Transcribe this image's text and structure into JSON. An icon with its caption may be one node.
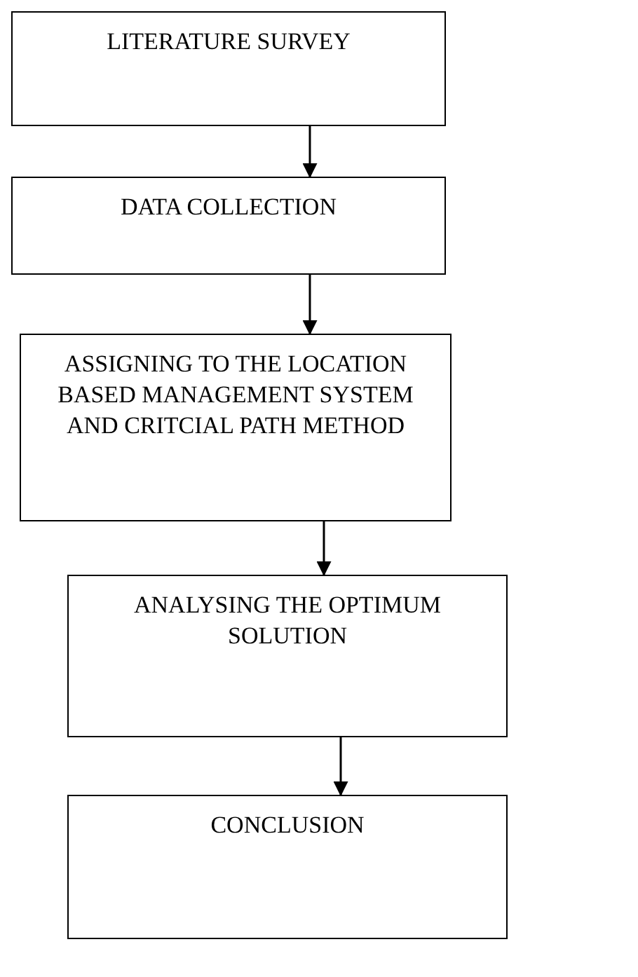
{
  "diagram": {
    "nodes": [
      {
        "text": [
          "LITERATURE SURVEY"
        ]
      },
      {
        "text": [
          "DATA COLLECTION"
        ]
      },
      {
        "text": [
          "ASSIGNING TO THE LOCATION BASED MANAGEMENT SYSTEM AND CRITCIAL PATH METHOD"
        ]
      },
      {
        "text": [
          "ANALYSING THE OPTIMUM SOLUTION"
        ]
      },
      {
        "text": [
          "CONCLUSION"
        ]
      }
    ],
    "edges": [
      {
        "from": 0,
        "to": 1,
        "arrow": "to"
      },
      {
        "from": 1,
        "to": 2,
        "arrow": "to"
      },
      {
        "from": 2,
        "to": 3,
        "arrow": "to"
      },
      {
        "from": 3,
        "to": 4,
        "arrow": "to"
      }
    ]
  }
}
